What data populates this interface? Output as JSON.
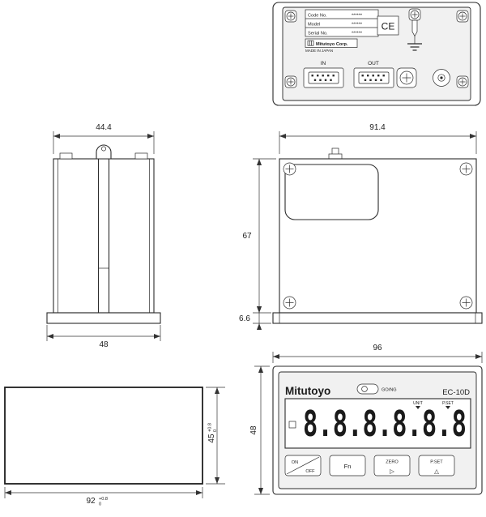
{
  "drawing": {
    "rear": {
      "plate": {
        "rows": [
          {
            "label": "Code No.",
            "value": "******"
          },
          {
            "label": "Model",
            "value": "******"
          },
          {
            "label": "Serial No.",
            "value": "******"
          }
        ]
      },
      "brand": "Mitutoyo Corp.",
      "made_in": "MADE IN JAPAN",
      "ce": "CE",
      "in": "IN",
      "out": "OUT"
    },
    "side": {
      "top_width": "44.4",
      "base_width": "48"
    },
    "top": {
      "width": "91.4",
      "depth": "67",
      "flange": "6.6"
    },
    "front": {
      "width": "96",
      "height": "48",
      "brand": "Mitutoyo",
      "go_ng": "GO/NG",
      "model": "EC-10D",
      "unit": "UNIT",
      "pset": "P.SET",
      "digits": "8.8.8.8.8.8",
      "on": "ON",
      "off": "OFF",
      "fn": "Fn",
      "zero": "ZERO",
      "zero_sym": "▷",
      "pset_btn": "P.SET",
      "pset_sym": "△"
    },
    "cutout": {
      "width": "92",
      "width_tol_up": "+0.8",
      "width_tol_low": "0",
      "height": "45",
      "height_tol_up": "+0.8",
      "height_tol_low": "0"
    }
  },
  "colors": {
    "line": "#2b2b2b",
    "panel": "#f1f1f1",
    "display_bg": "#ffffff"
  }
}
